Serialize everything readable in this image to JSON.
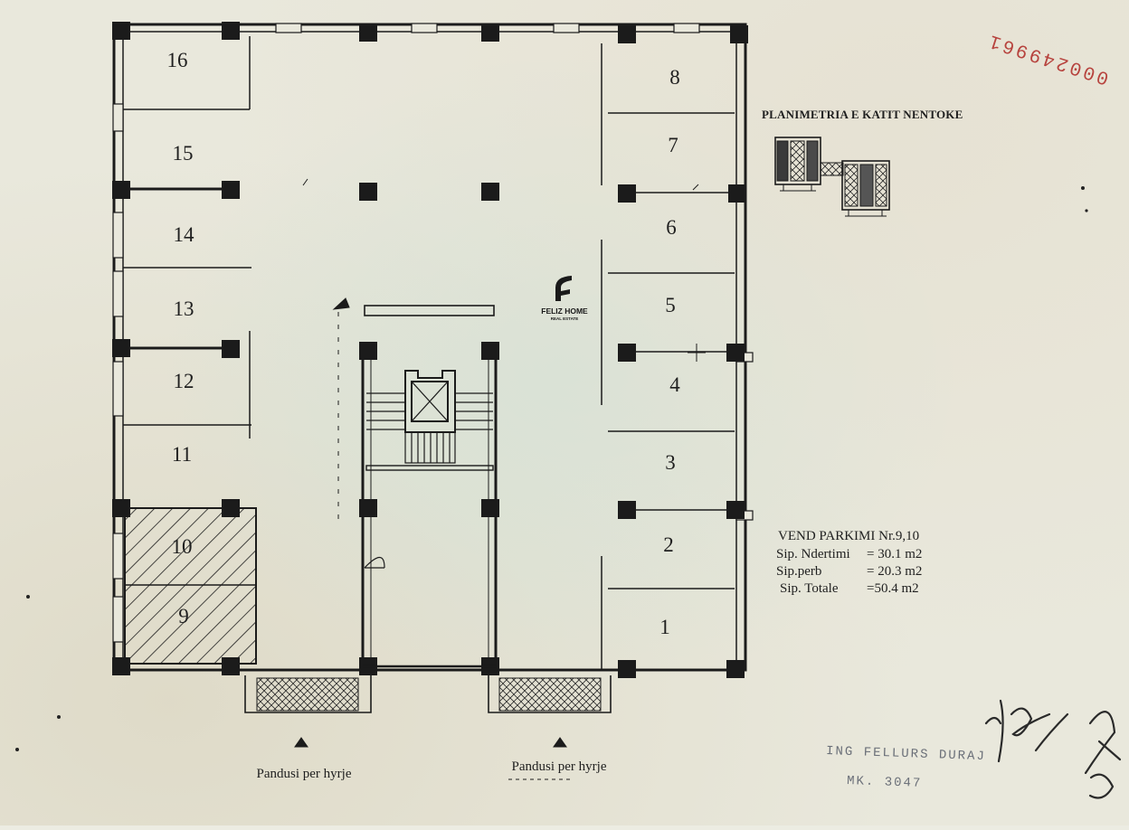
{
  "plan": {
    "title": "PLANIMETRIA E KATIT NENTOKE",
    "units_left": [
      "16",
      "15",
      "14",
      "13",
      "12",
      "11",
      "10",
      "9"
    ],
    "units_right": [
      "8",
      "7",
      "6",
      "5",
      "4",
      "3",
      "2",
      "1"
    ],
    "ramp_label_left": "Pandusi per hyrje",
    "ramp_label_right": "Pandusi per hyrje"
  },
  "parking_info": {
    "heading": "VEND PARKIMI  Nr.9,10",
    "rows": [
      {
        "label": "Sip. Ndertimi",
        "value": "= 30.1 m2"
      },
      {
        "label": "Sip.perb",
        "value": "= 20.3 m2"
      },
      {
        "label": "Sip. Totale",
        "value": "=50.4 m2"
      }
    ]
  },
  "logo": {
    "brand": "FELIZ HOME",
    "tagline": "REAL ESTATE"
  },
  "stamp": {
    "engineer": "ING FELLURS DURAJ",
    "license": "MK. 3047"
  },
  "document_number": "000249961",
  "colors": {
    "line": "#1b1b1b",
    "paper": "#e9e8dc",
    "stamp": "#6a6f78",
    "doc_number": "#b7433e"
  }
}
